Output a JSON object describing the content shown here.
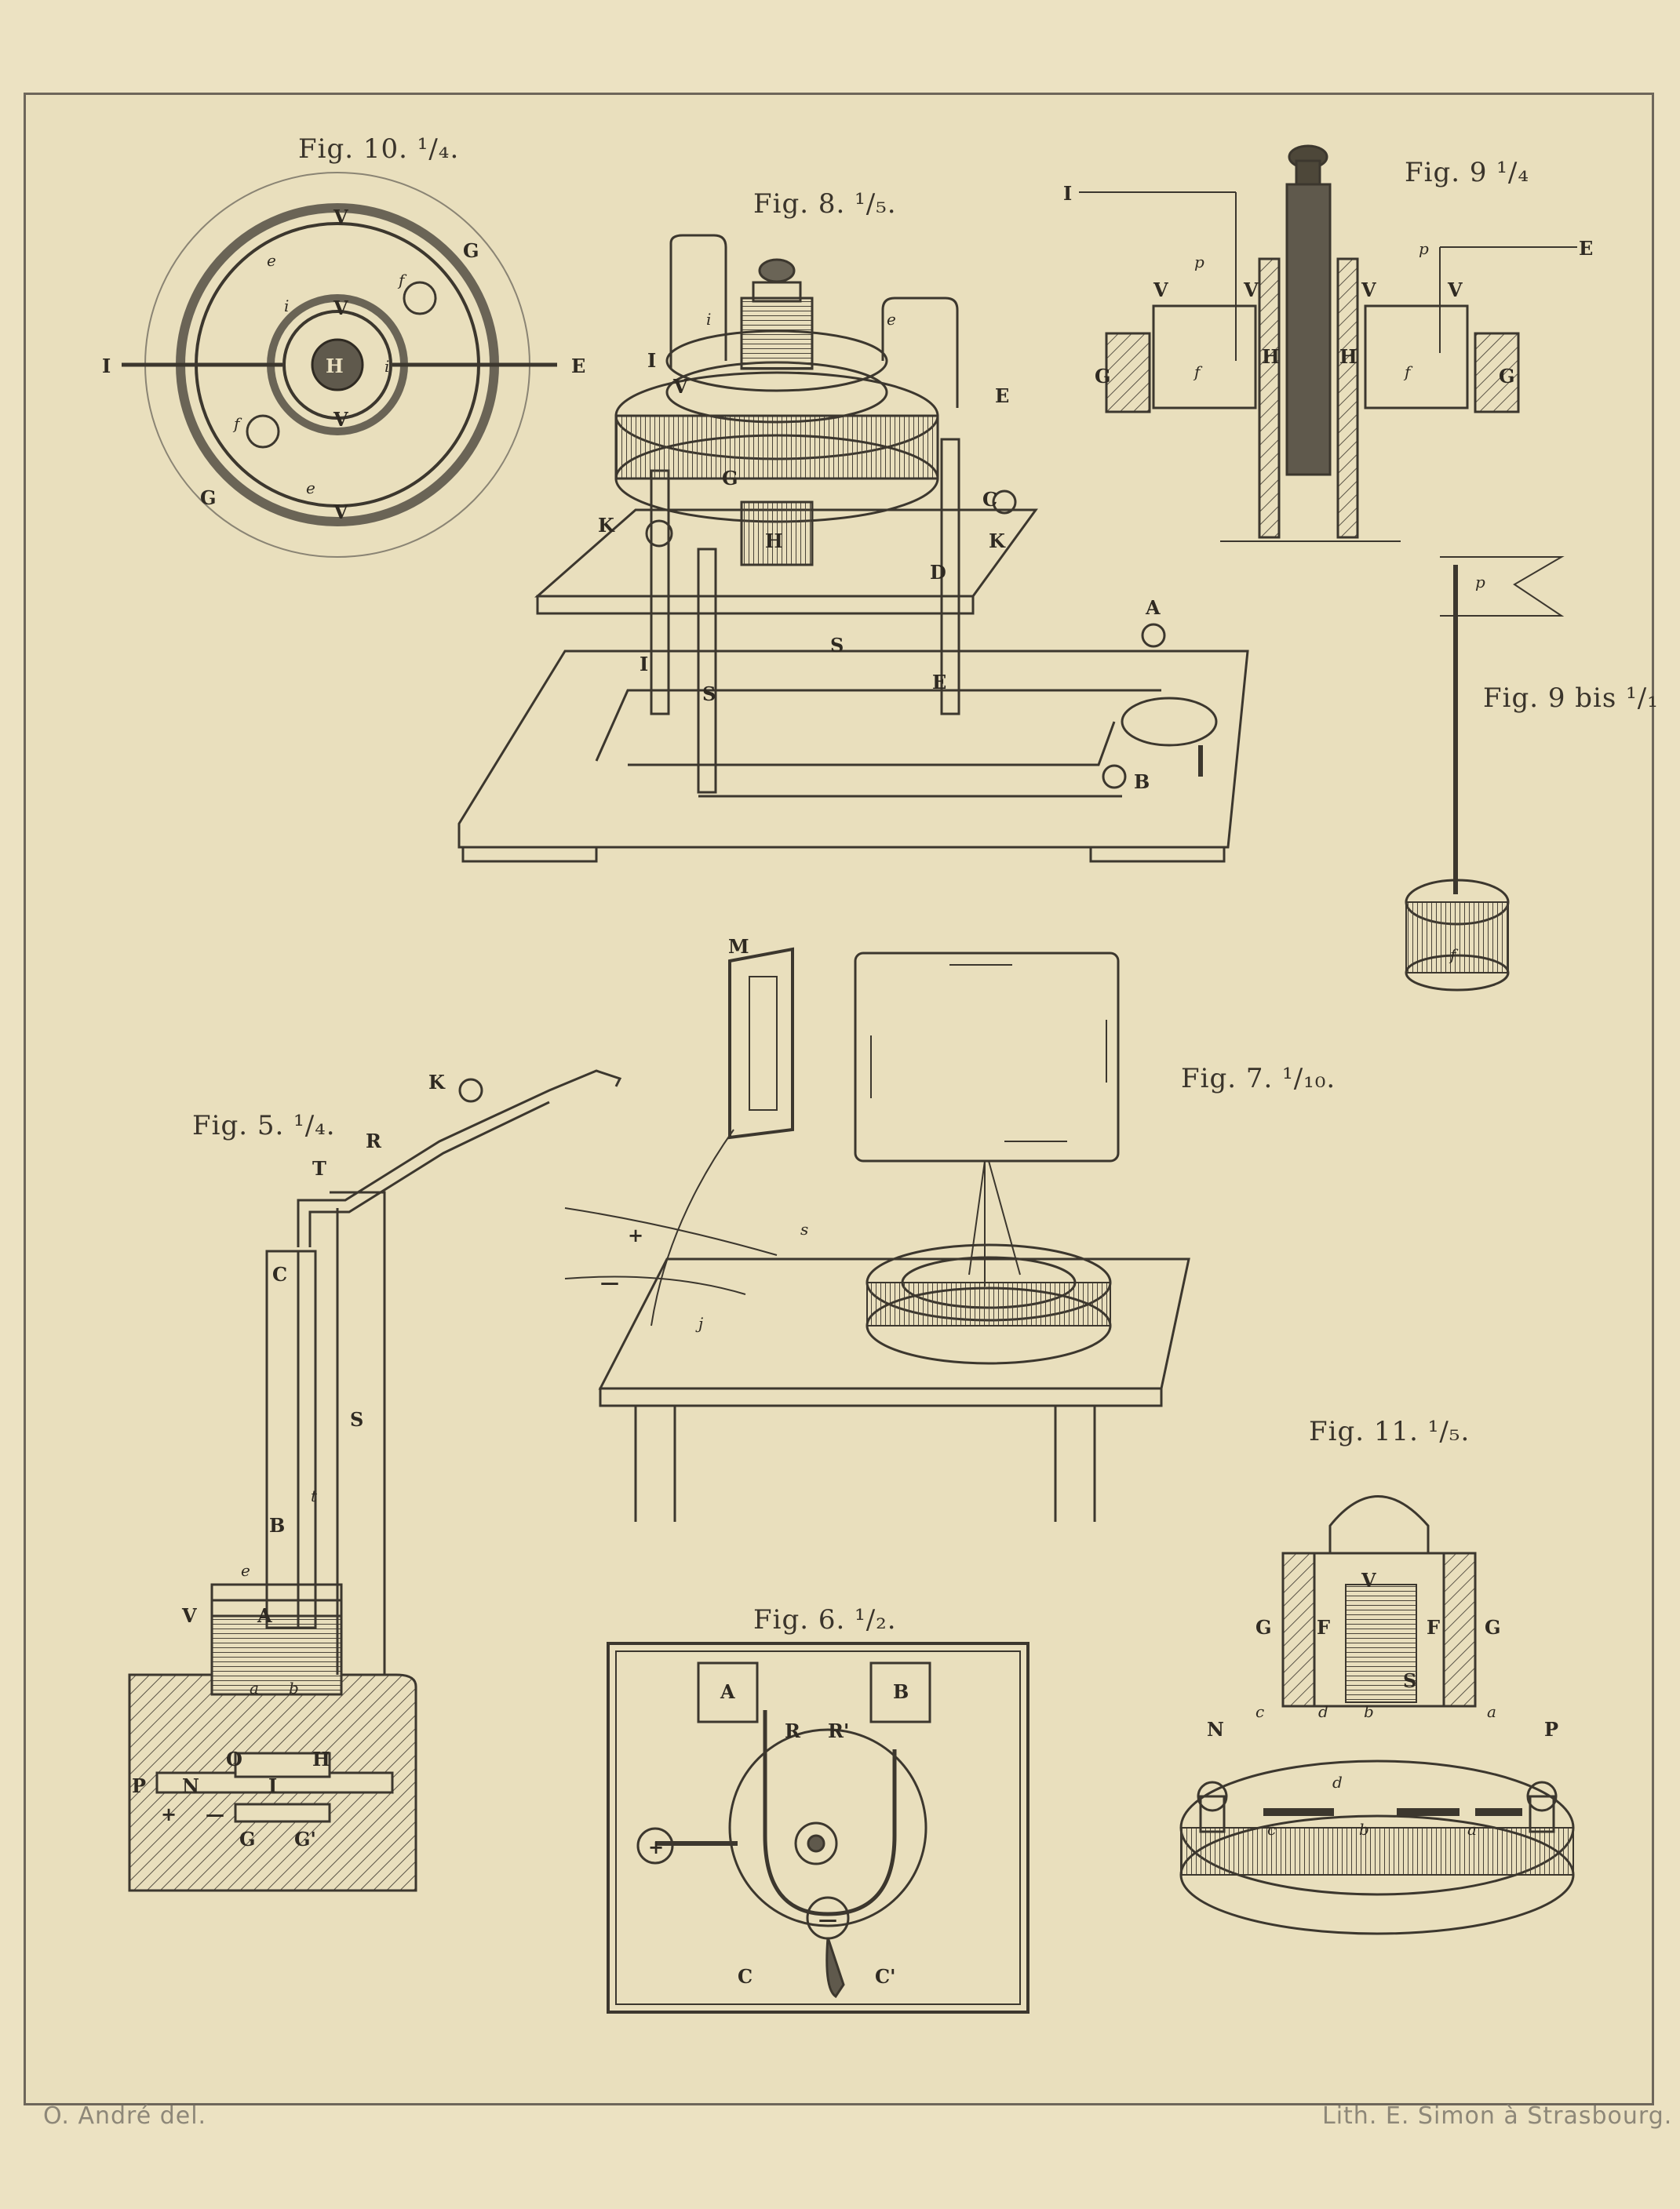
{
  "figures": {
    "fig10": "Fig. 10. ¹/₄.",
    "fig8": "Fig. 8. ¹/₅.",
    "fig9": "Fig. 9 ¹/₄",
    "fig9bis": "Fig. 9 bis ¹/₁",
    "fig5": "Fig. 5. ¹/₄.",
    "fig7": "Fig. 7. ¹/₁₀.",
    "fig6": "Fig. 6. ¹/₂.",
    "fig11": "Fig. 11. ¹/₅."
  },
  "labels": {
    "f10": {
      "G1": "G",
      "G2": "G",
      "V1": "V",
      "V2": "V",
      "V3": "V",
      "V4": "V",
      "I": "I",
      "E": "E",
      "H": "H",
      "f1": "f",
      "f2": "f",
      "i1": "i",
      "i2": "i",
      "e1": "e",
      "e2": "e"
    },
    "f8": {
      "I": "I",
      "V": "V",
      "E": "E",
      "G": "G",
      "C": "C",
      "K1": "K",
      "K2": "K",
      "H": "H",
      "D": "D",
      "A": "A",
      "S1": "S",
      "S2": "S",
      "I2": "I",
      "E2": "E",
      "B": "B",
      "i": "i",
      "e": "e"
    },
    "f9": {
      "I": "I",
      "E": "E",
      "V1": "V",
      "V2": "V",
      "V3": "V",
      "V4": "V",
      "G1": "G",
      "G2": "G",
      "H1": "H",
      "H2": "H",
      "p1": "p",
      "p2": "p",
      "f1": "f",
      "f2": "f"
    },
    "f9b": {
      "p": "p",
      "f": "f"
    },
    "f5": {
      "K": "K",
      "R": "R",
      "T": "T",
      "C": "C",
      "S": "S",
      "B": "B",
      "t": "t",
      "V": "V",
      "A": "A",
      "e": "e",
      "O": "O",
      "H": "H",
      "P": "P",
      "N": "N",
      "I": "I",
      "G1": "G",
      "G2": "G'",
      "a": "a",
      "b": "b",
      "plus": "+",
      "minus": "—"
    },
    "f7": {
      "M": "M",
      "plus": "+",
      "minus": "—",
      "s": "s",
      "j": "j"
    },
    "f6": {
      "A": "A",
      "B": "B",
      "R": "R",
      "R2": "R'",
      "plus": "+",
      "minus": "—",
      "C": "C",
      "C2": "C'"
    },
    "f11": {
      "G1": "G",
      "G2": "G",
      "V": "V",
      "F1": "F",
      "F2": "F",
      "S": "S",
      "N": "N",
      "P": "P",
      "c1": "c",
      "d1": "d",
      "b1": "b",
      "a1": "a",
      "d2": "d",
      "c2": "c",
      "b2": "b",
      "a2": "a"
    }
  },
  "credits": {
    "left": "O. André del.",
    "right": "Lith. E. Simon à Strasbourg."
  }
}
